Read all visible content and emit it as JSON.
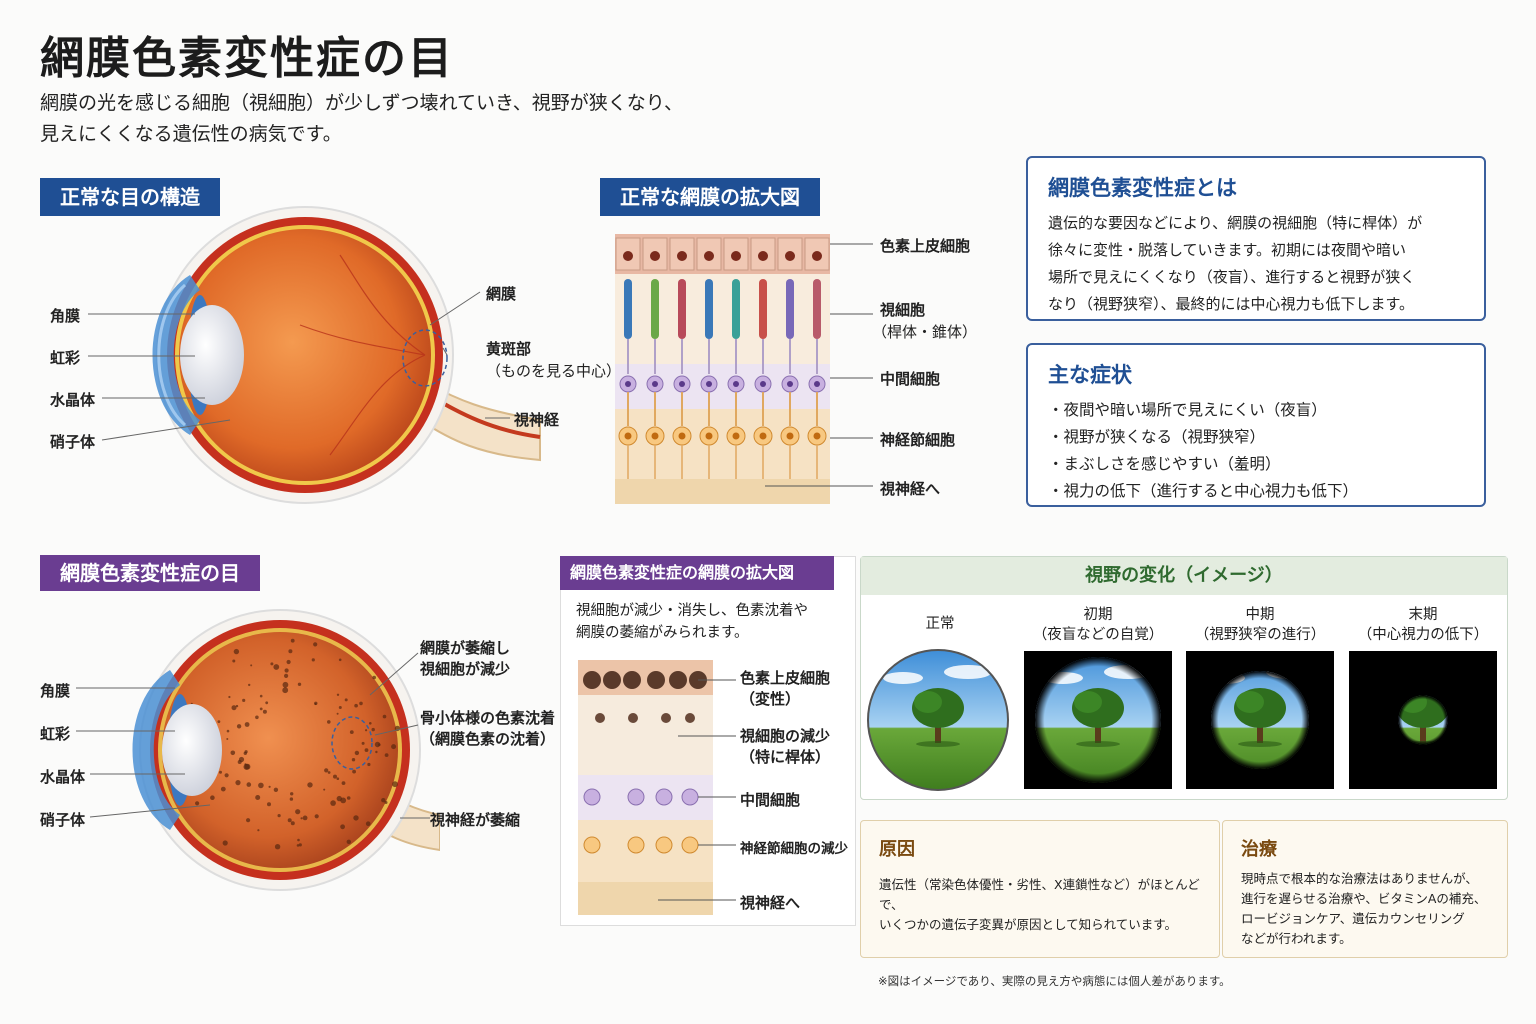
{
  "title": "網膜色素変性症の目",
  "subtitle": [
    "網膜の光を感じる細胞（視細胞）が少しずつ壊れていき、視野が狭くなり、",
    "見えにくくなる遺伝性の病気です。"
  ],
  "normal_eye": {
    "tag": "正常な目の構造",
    "labels": {
      "cornea": "角膜",
      "iris": "虹彩",
      "lens": "水晶体",
      "vitreous": "硝子体",
      "retina": "網膜",
      "macula": "黄斑部",
      "macula_note": "（ものを見る中心）",
      "optic_nerve": "視神経"
    }
  },
  "normal_retina": {
    "tag": "正常な網膜の拡大図",
    "labels": {
      "rpe": "色素上皮細胞",
      "photoreceptor": "視細胞",
      "photoreceptor_note": "（桿体・錐体）",
      "bipolar": "中間細胞",
      "ganglion": "神経節細胞",
      "to_nerve": "視神経へ"
    }
  },
  "about": {
    "heading": "網膜色素変性症とは",
    "lines": [
      "遺伝的な要因などにより、網膜の視細胞（特に桿体）が",
      "徐々に変性・脱落していきます。初期には夜間や暗い",
      "場所で見えにくくなり（夜盲）、進行すると視野が狭く",
      "なり（視野狭窄）、最終的には中心視力も低下します。"
    ]
  },
  "symptoms": {
    "heading": "主な症状",
    "items": [
      "・夜間や暗い場所で見えにくい（夜盲）",
      "・視野が狭くなる（視野狭窄）",
      "・まぶしさを感じやすい（羞明）",
      "・視力の低下（進行すると中心視力も低下）"
    ]
  },
  "rp_eye": {
    "tag": "網膜色素変性症の目",
    "labels": {
      "cornea": "角膜",
      "iris": "虹彩",
      "lens": "水晶体",
      "vitreous": "硝子体",
      "retina_atrophy": "網膜が萎縮し\n視細胞が減少",
      "pigment": "骨小体様の色素沈着\n（網膜色素の沈着）",
      "optic_atrophy": "視神経が萎縮"
    }
  },
  "rp_retina": {
    "tag": "網膜色素変性症の網膜の拡大図",
    "desc": [
      "視細胞が減少・消失し、色素沈着や",
      "網膜の萎縮がみられます。"
    ],
    "labels": {
      "rpe": "色素上皮細胞\n（変性）",
      "photoreceptor_loss": "視細胞の減少\n（特に桿体）",
      "bipolar": "中間細胞",
      "ganglion_loss": "神経節細胞の減少",
      "to_nerve": "視神経へ"
    }
  },
  "vision": {
    "heading": "視野の変化（イメージ）",
    "stages": [
      {
        "label": "正常",
        "field": 1.0
      },
      {
        "label": "初期\n（夜盲などの自覚）",
        "field": 0.9
      },
      {
        "label": "中期\n（視野狭窄の進行）",
        "field": 0.7
      },
      {
        "label": "末期\n（中心視力の低下）",
        "field": 0.35
      }
    ]
  },
  "cause": {
    "heading": "原因",
    "lines": [
      "遺伝性（常染色体優性・劣性、X連鎖性など）がほとんどで、",
      "いくつかの遺伝子変異が原因として知られています。"
    ]
  },
  "treatment": {
    "heading": "治療",
    "lines": [
      "現時点で根本的な治療法はありませんが、",
      "進行を遅らせる治療や、ビタミンAの補充、",
      "ロービジョンケア、遺伝カウンセリング",
      "などが行われます。"
    ]
  },
  "footnote": "※図はイメージであり、実際の見え方や病態には個人差があります。",
  "colors": {
    "accent_blue": "#1f4f94",
    "accent_purple": "#6a3d91",
    "accent_green": "#2f6a2f",
    "accent_brown": "#7a4a10"
  }
}
